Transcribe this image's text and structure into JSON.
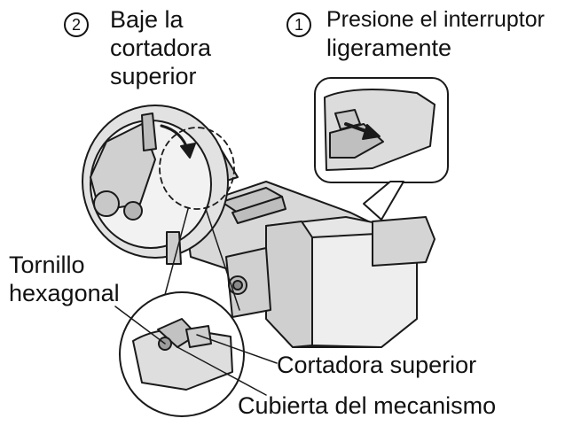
{
  "steps": [
    {
      "number": "2",
      "text_lines": [
        "Baje la",
        "cortadora",
        "superior"
      ]
    },
    {
      "number": "1",
      "text_lines": [
        "Presione el interruptor",
        "ligeramente"
      ]
    }
  ],
  "callouts": {
    "hex_bolt_lines": [
      "Tornillo",
      "hexagonal"
    ],
    "upper_cutter": "Cortadora superior",
    "mechanism_cover": "Cubierta del mecanismo"
  }
}
